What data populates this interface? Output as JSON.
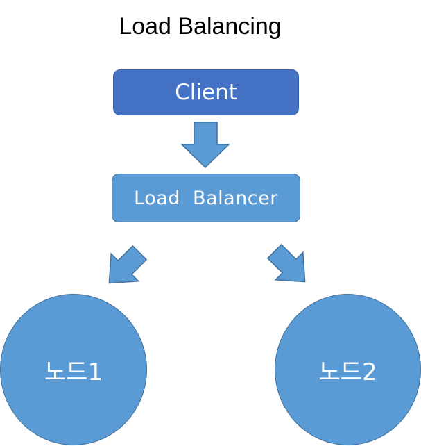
{
  "title": "Load Balancing",
  "client": {
    "label": "Client"
  },
  "load_balancer": {
    "label": "Load  Balancer"
  },
  "nodes": [
    {
      "label": "노드1"
    },
    {
      "label": "노드2"
    }
  ],
  "colors": {
    "client_fill": "#4472c4",
    "shape_fill": "#5b9bd5",
    "shape_border": "#41719c",
    "text_on_shape": "#ffffff",
    "title_text": "#000000"
  }
}
